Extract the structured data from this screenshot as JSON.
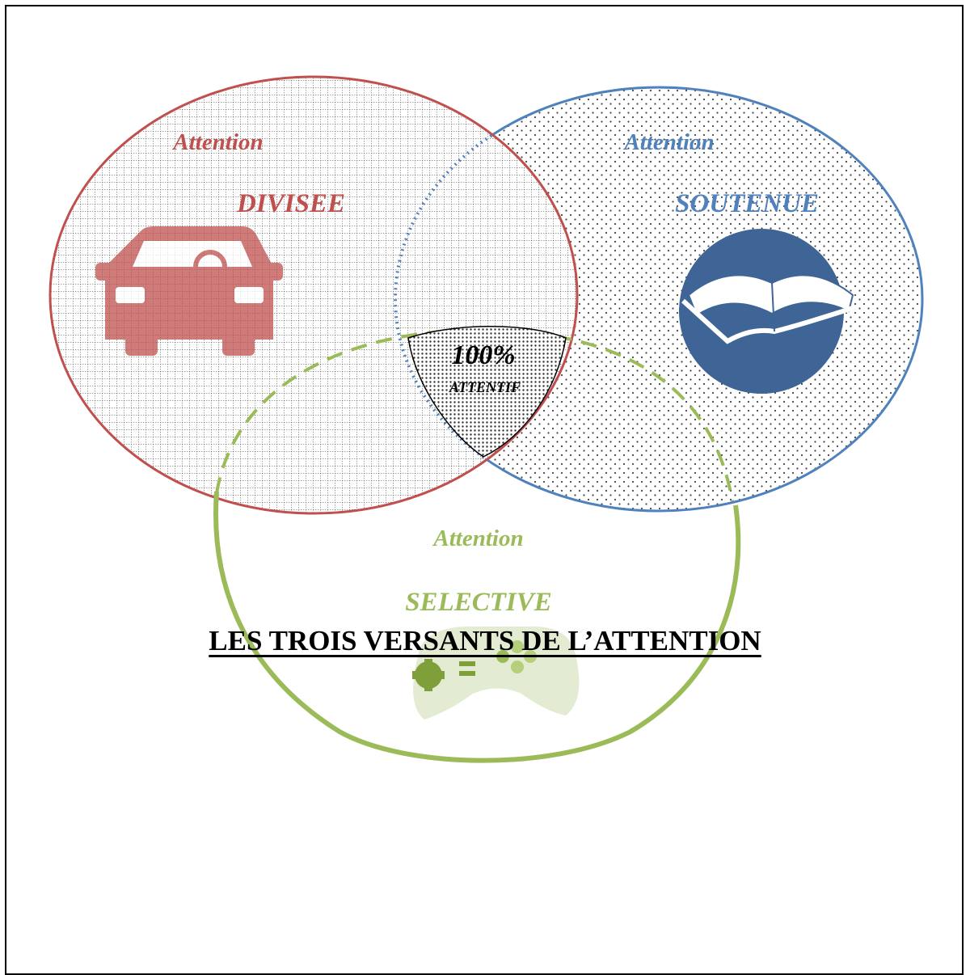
{
  "colors": {
    "divisee": "#c0504d",
    "soutenue": "#4f81bd",
    "selective": "#9bbb59",
    "center": "#000000"
  },
  "circles": {
    "divisee": {
      "line1": "Attention",
      "line2": "DIVISEE",
      "icon": "car-icon"
    },
    "soutenue": {
      "line1": "Attention",
      "line2": "SOUTENUE",
      "icon": "book-icon"
    },
    "selective": {
      "line1": "Attention",
      "line2": "SELECTIVE",
      "icon": "gamepad-icon"
    }
  },
  "center": {
    "percent": "100%",
    "label": "ATTENTIF"
  },
  "title": "LES TROIS VERSANTS DE L’ATTENTION"
}
